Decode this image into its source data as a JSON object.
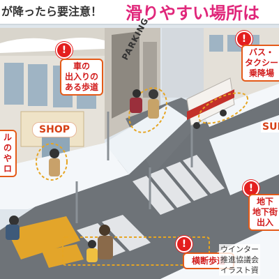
{
  "header": {
    "left_text": "が降ったら要注意！",
    "right_text": "滑りやすい場所は"
  },
  "signs": {
    "shop": "SHOP",
    "parking": "PARKING",
    "subway": "SUB"
  },
  "callouts": {
    "car_entrance": [
      "車の",
      "出入りの",
      "ある歩道"
    ],
    "bus_taxi": [
      "バス・",
      "タクシー",
      "乗降場"
    ],
    "left_edge": [
      "ル",
      "の",
      "や",
      "ロ"
    ],
    "subway_entrance": [
      "地下",
      "地下街",
      "出入"
    ],
    "crosswalk": "横断歩道"
  },
  "credit": [
    "ウインター",
    "推進協議会",
    "イラスト資"
  ],
  "colors": {
    "accent_pink": "#e0267a",
    "callout_border": "#e45a18",
    "callout_text": "#d11a1a",
    "warning_red": "#e41f1f",
    "road": "#6e7378",
    "snow": "#f4f7fa"
  },
  "icons": {
    "warning": "exclamation-warning-icon"
  },
  "warning_glyph": "!"
}
